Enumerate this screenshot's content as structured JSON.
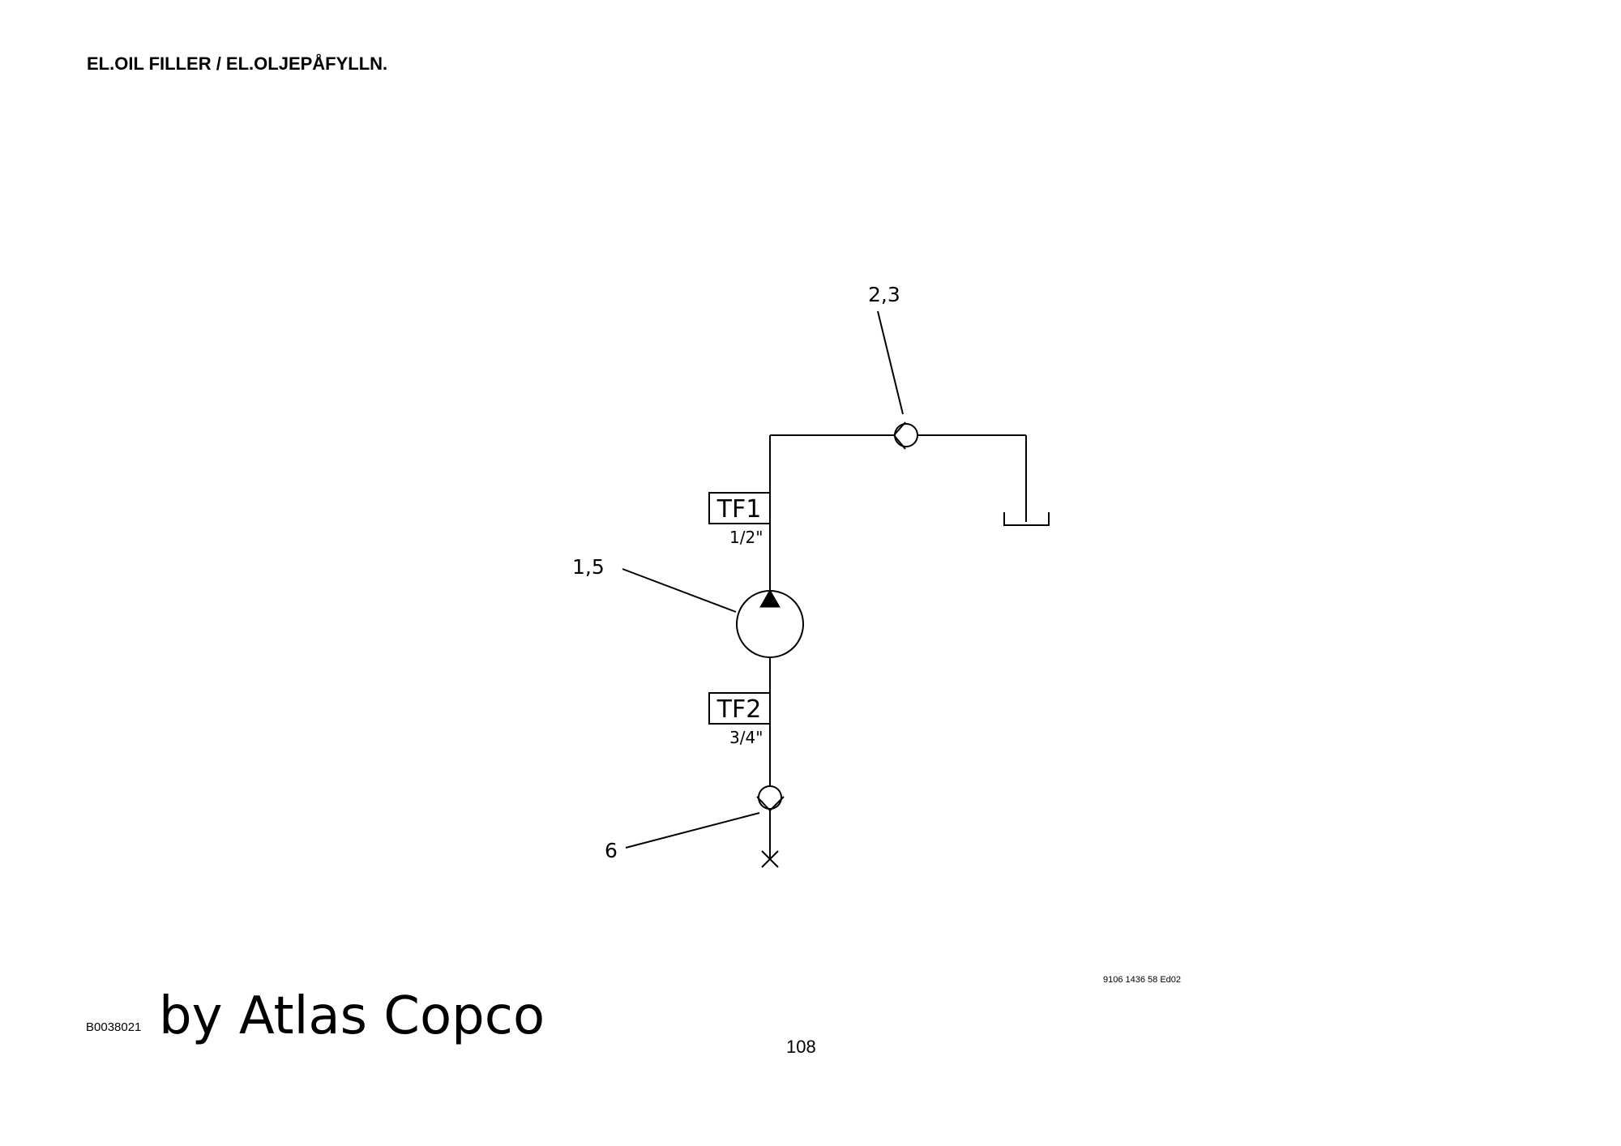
{
  "header": {
    "title": "EL.OIL FILLER / EL.OLJEPÅFYLLN."
  },
  "diagram": {
    "callouts": {
      "check_valve_top": "2,3",
      "pump": "1,5",
      "check_valve_bottom": "6"
    },
    "ports": {
      "tf1": {
        "label": "TF1",
        "size": "1/2\""
      },
      "tf2": {
        "label": "TF2",
        "size": "3/4\""
      }
    }
  },
  "footer": {
    "doc_number": "9106 1436 58 Ed02",
    "image_code": "B0038021",
    "brand": "by Atlas Copco",
    "page_number": "108"
  }
}
